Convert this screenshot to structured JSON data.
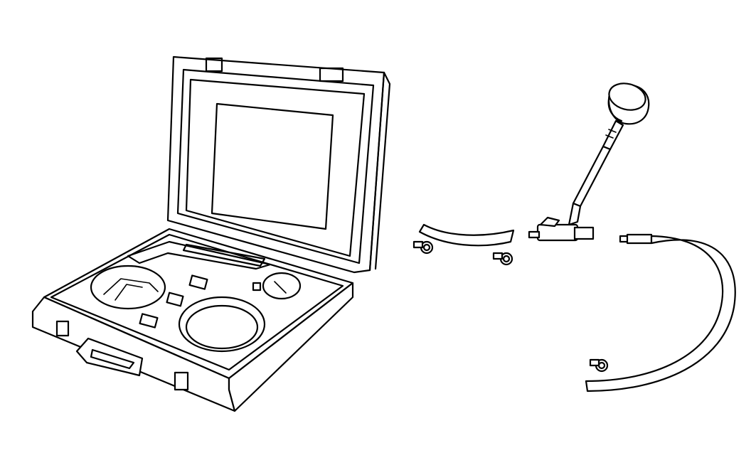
{
  "figure": {
    "line_color": "#000000",
    "background_color": "#ffffff",
    "components": [
      {
        "id": "kit-case",
        "icon": "open-carrying-case"
      },
      {
        "id": "short-hose",
        "icon": "curved-hose-section"
      },
      {
        "id": "short-hose-clamp-left",
        "icon": "hose-clamp"
      },
      {
        "id": "short-hose-clamp-right",
        "icon": "hose-clamp"
      },
      {
        "id": "gauge-assembly",
        "icon": "pressure-gauge-with-flex-neck"
      },
      {
        "id": "long-hose",
        "icon": "long-curved-hose"
      },
      {
        "id": "long-hose-clamp",
        "icon": "hose-clamp"
      }
    ]
  }
}
